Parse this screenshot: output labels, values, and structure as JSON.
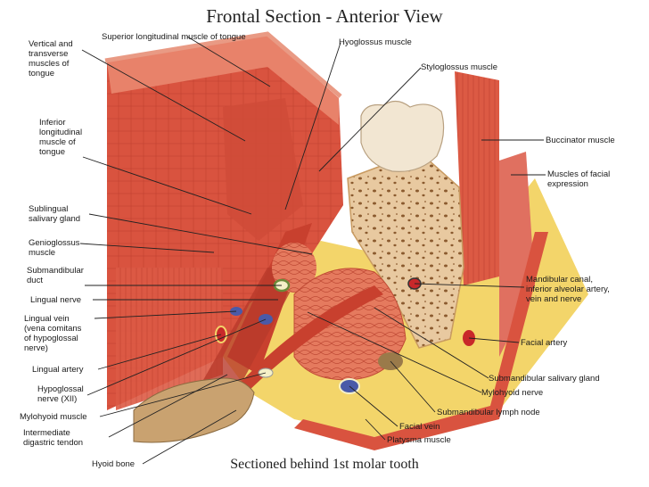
{
  "title": "Frontal Section - Anterior View",
  "subtitle": "Sectioned behind 1st molar tooth",
  "labels": {
    "vertical_transverse": "Vertical and\ntransverse\nmuscles of\ntongue",
    "superior_longitudinal": "Superior longitudinal muscle of tongue",
    "hyoglossus": "Hyoglossus muscle",
    "styloglossus": "Styloglossus muscle",
    "buccinator": "Buccinator muscle",
    "facial_expression": "Muscles of facial\nexpression",
    "inferior_longitudinal": "Inferior\nlongitudinal\nmuscle of\ntongue",
    "sublingual": "Sublingual\nsalivary gland",
    "genioglossus": "Genioglossus\nmuscle",
    "submandibular_duct": "Submandibular\nduct",
    "lingual_nerve": "Lingual nerve",
    "lingual_vein": "Lingual vein\n(vena comitans\nof hypoglossal\nnerve)",
    "lingual_artery": "Lingual artery",
    "hypoglossal": "Hypoglossal\nnerve (XII)",
    "mylohyoid_muscle": "Mylohyoid muscle",
    "intermediate_tendon": "Intermediate\ndigastric tendon",
    "hyoid": "Hyoid bone",
    "mandibular_canal": "Mandibular canal,\ninferior alveolar artery,\nvein and nerve",
    "facial_artery": "Facial artery",
    "submandibular_gland": "Submandibular salivary gland",
    "mylohyoid_nerve": "Mylohyoid nerve",
    "submandibular_node": "Submandibular lymph node",
    "facial_vein": "Facial vein",
    "platysma": "Platysma muscle"
  },
  "colors": {
    "muscle": "#d9533f",
    "muscle_light": "#e98a72",
    "muscle_dark": "#b93a2a",
    "bone": "#e8c9a0",
    "bone_spots": "#8a5a2e",
    "fat": "#f3d56a",
    "tooth": "#f2e6d2",
    "vein": "#4a5aa8",
    "artery": "#c8282a",
    "nerve": "#f5f0c8",
    "leader": "#222222"
  }
}
